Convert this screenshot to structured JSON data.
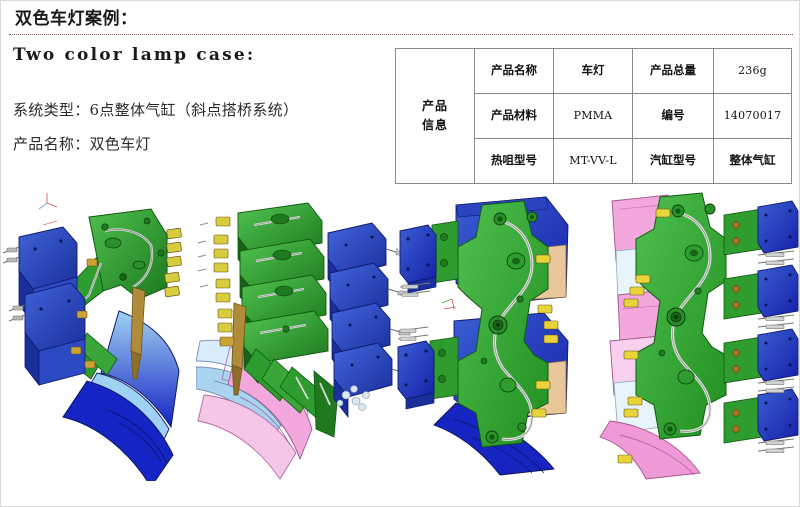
{
  "header": {
    "title_cn": "双色车灯案例：",
    "title_en": "Two color lamp case:",
    "spec_system": "系统类型：6点整体气缸（斜点搭桥系统）",
    "spec_product": "产品名称：双色车灯",
    "rule_color": "#7b5a50"
  },
  "info_table": {
    "row_header": "产品\n信息",
    "row_header_line1": "产品",
    "row_header_line2": "信息",
    "rows": [
      {
        "label_a": "产品名称",
        "value_a": "车灯",
        "label_b": "产品总量",
        "value_b": "236g"
      },
      {
        "label_a": "产品材料",
        "value_a": "PMMA",
        "label_b": "编号",
        "value_b": "14070017"
      },
      {
        "label_a": "热咀型号",
        "value_a": "MT-VV-L",
        "label_b": "汽缸型号",
        "value_b": "整体气缸"
      }
    ],
    "border_color": "#8a8a8a"
  },
  "figures": [
    {
      "name": "cad-view-blue-lamp-assembly",
      "caption": ""
    },
    {
      "name": "cad-view-pink-blue-lamp-assembly",
      "caption": ""
    },
    {
      "name": "cad-view-blue-manifold-front",
      "caption": ""
    },
    {
      "name": "cad-view-pink-manifold-front",
      "caption": ""
    }
  ],
  "palette": {
    "manifold_green": "#3aa63a",
    "manifold_green_dark": "#1f7a1f",
    "cylinder_blue": "#2b52c8",
    "part_blue": "#1f2fc0",
    "part_lightblue": "#a8d4f0",
    "part_pink": "#f2a8dc",
    "part_palepink": "#fbd5ef",
    "brass": "#b08c3a",
    "yellow": "#e8d438",
    "tan": "#e8c79a"
  }
}
